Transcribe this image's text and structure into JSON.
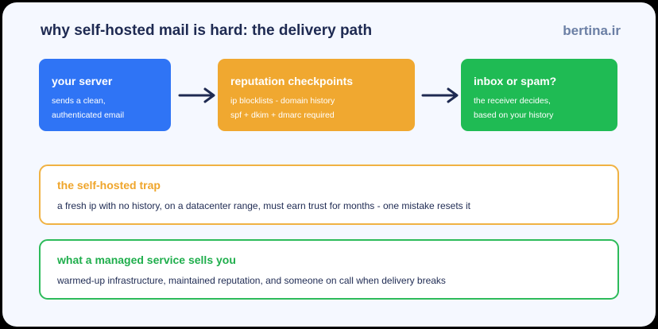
{
  "header": {
    "title": "why self-hosted mail is hard: the delivery path",
    "brand": "bertina.ir"
  },
  "flow": {
    "nodes": [
      {
        "title": "your server",
        "lines": [
          "sends a clean,",
          "authenticated email"
        ],
        "color": "#2f74f5"
      },
      {
        "title": "reputation checkpoints",
        "lines": [
          "ip blocklists - domain history",
          "spf + dkim + dmarc required"
        ],
        "color": "#f0a830"
      },
      {
        "title": "inbox or spam?",
        "lines": [
          "the receiver decides,",
          "based on your history"
        ],
        "color": "#1fbb54"
      }
    ],
    "arrow_color": "#1e2a52"
  },
  "callouts": [
    {
      "title": "the self-hosted trap",
      "body": "a fresh ip with no history, on a datacenter range, must earn trust for months - one mistake resets it",
      "color": "#f0b243"
    },
    {
      "title": "what a managed service sells you",
      "body": "warmed-up infrastructure, maintained reputation, and someone on call when delivery breaks",
      "color": "#2dbb5a"
    }
  ]
}
